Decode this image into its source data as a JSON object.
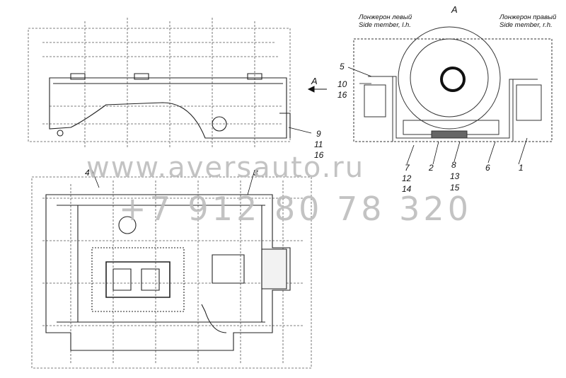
{
  "view_marker": "A",
  "arrow_label": "A",
  "captions": {
    "left_member_ru": "Лонжерон левый",
    "left_member_en": "Side member, l.h.",
    "right_member_ru": "Лонжерон правый",
    "right_member_en": "Side member, r.h."
  },
  "callouts": {
    "c5": "5",
    "c10": "10",
    "c16a": "16",
    "c9": "9",
    "c11": "11",
    "c16b": "16",
    "c4": "4",
    "c3": "3",
    "c7": "7",
    "c12": "12",
    "c14": "14",
    "c2": "2",
    "c8": "8",
    "c13": "13",
    "c15": "15",
    "c6": "6",
    "c1": "1"
  },
  "watermark": {
    "site": "www.aversauto.ru",
    "phone": "+7 912 80 78 320"
  }
}
